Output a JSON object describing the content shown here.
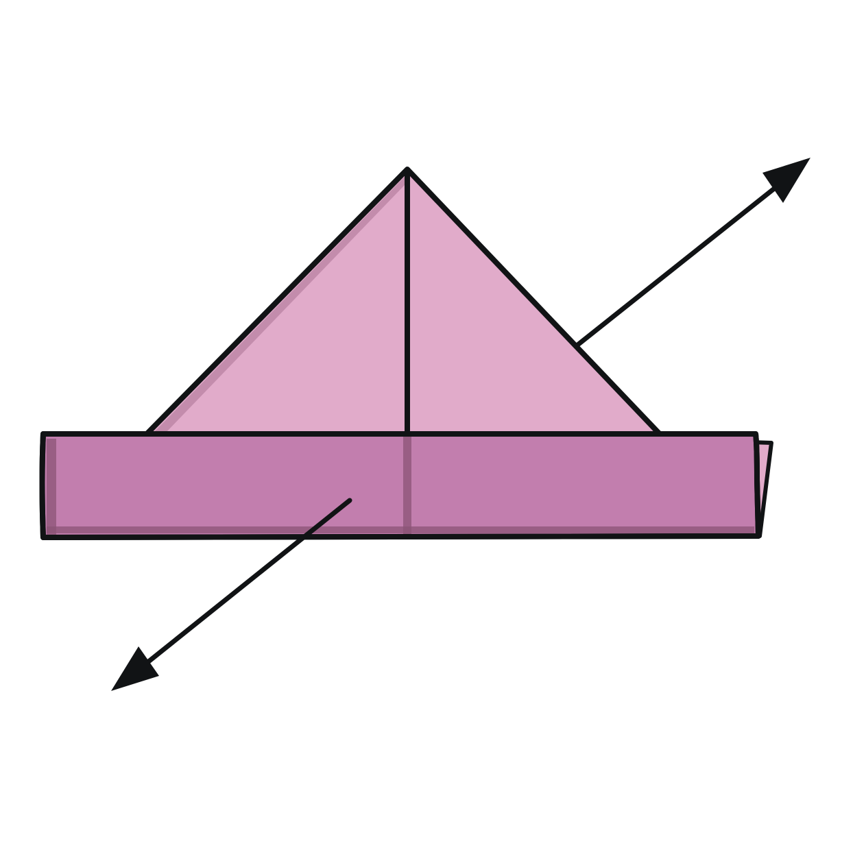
{
  "diagram": {
    "type": "origami-fold-instruction",
    "subject": "paper hat",
    "parts": [
      "triangle-top",
      "center-crease",
      "brim-band",
      "back-layer-edge"
    ],
    "arrows": [
      {
        "name": "pull-apart-arrow-up-right",
        "direction": "up-right"
      },
      {
        "name": "pull-apart-arrow-down-left",
        "direction": "down-left"
      }
    ]
  },
  "colors": {
    "background": "#ffffff",
    "paper_light": "#e1abca",
    "paper_band": "#c27eae",
    "paper_shadow": "#8b5475",
    "outline": "#111315"
  }
}
